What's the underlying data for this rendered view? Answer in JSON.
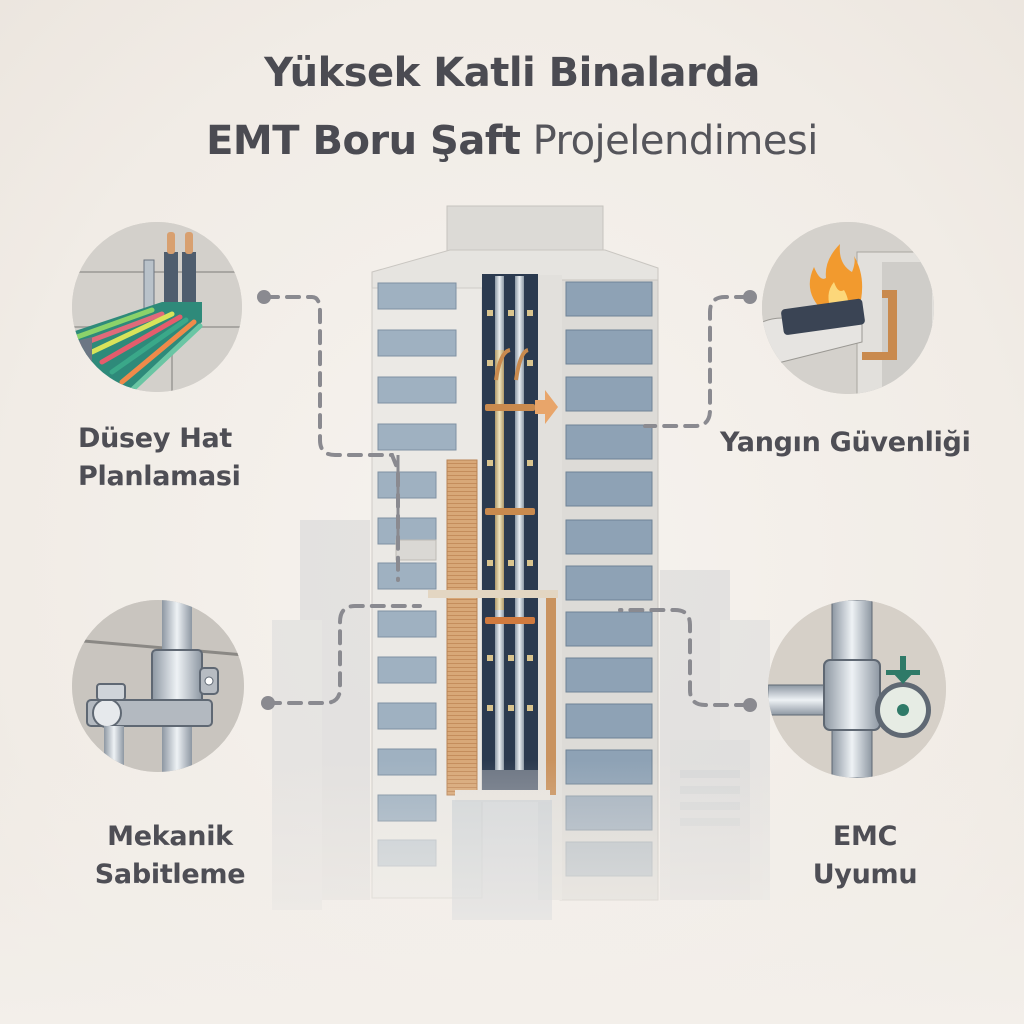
{
  "title": {
    "line1": "Yüksek Katli Binalarda",
    "line2_bold": "EMT Boru Şaft",
    "line2_light": " Projelendimesi"
  },
  "callouts": [
    {
      "id": "vertical-line-planning",
      "line1": "Düsey Hat",
      "line2": "Planlamasi",
      "icon": "colored-cables-in-conduit-icon",
      "position": "top-left"
    },
    {
      "id": "fire-safety",
      "line1": "Yangın Güvenliği",
      "line2": "",
      "icon": "fire-stop-seal-icon",
      "position": "top-right"
    },
    {
      "id": "mechanical-fixing",
      "line1": "Mekanik",
      "line2": "Sabitleme",
      "icon": "pipe-clamp-bracket-icon",
      "position": "bottom-left"
    },
    {
      "id": "emc-compliance",
      "line1": "EMC",
      "line2": "Uyumu",
      "icon": "grounding-tee-fitting-icon",
      "position": "bottom-right"
    }
  ],
  "colors": {
    "background": "#f3efea",
    "text": "#4b4b52",
    "connector": "#8a8a90",
    "shaft_dark": "#2b3a4f",
    "copper": "#c98a4e",
    "glass": "#8fa3b5",
    "facade": "#e4e2de",
    "emc_green": "#2f7a68",
    "flame": "#f29a2e"
  }
}
